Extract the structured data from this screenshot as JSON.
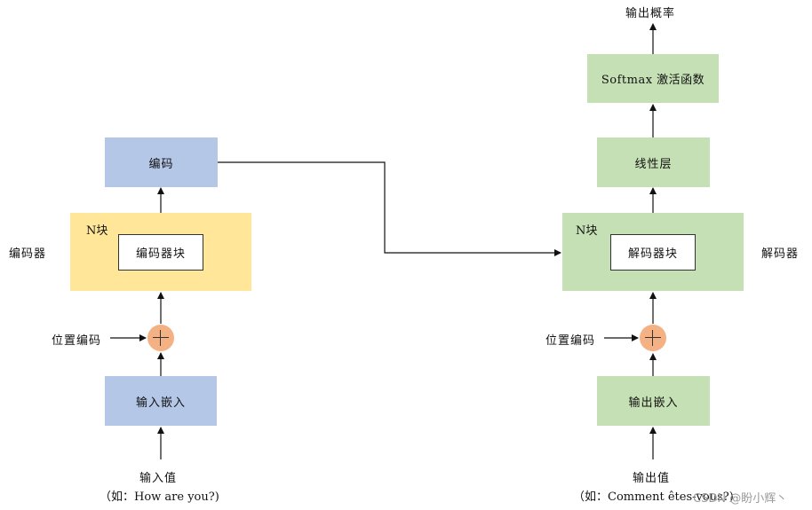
{
  "encoder": {
    "side_label": "编码器",
    "input_value": "输入值",
    "example": "（如：How are you?)",
    "embedding": "输入嵌入",
    "position_encoding": "位置编码",
    "n_label": "N块",
    "block": "编码器块",
    "output": "编码"
  },
  "decoder": {
    "side_label": "解码器",
    "output_value": "输出值",
    "example": "（如：Comment êtes-vous?)",
    "embedding": "输出嵌入",
    "position_encoding": "位置编码",
    "n_label": "N块",
    "block": "解码器块",
    "linear": "线性层",
    "softmax": "Softmax 激活函数",
    "probability": "输出概率"
  },
  "watermark": "CSDN @盼小辉丶",
  "colors": {
    "blue_box": "#b4c7e7",
    "green_box": "#c5e0b4",
    "yellow_box": "#ffe699",
    "add_circle": "#f4b183"
  }
}
